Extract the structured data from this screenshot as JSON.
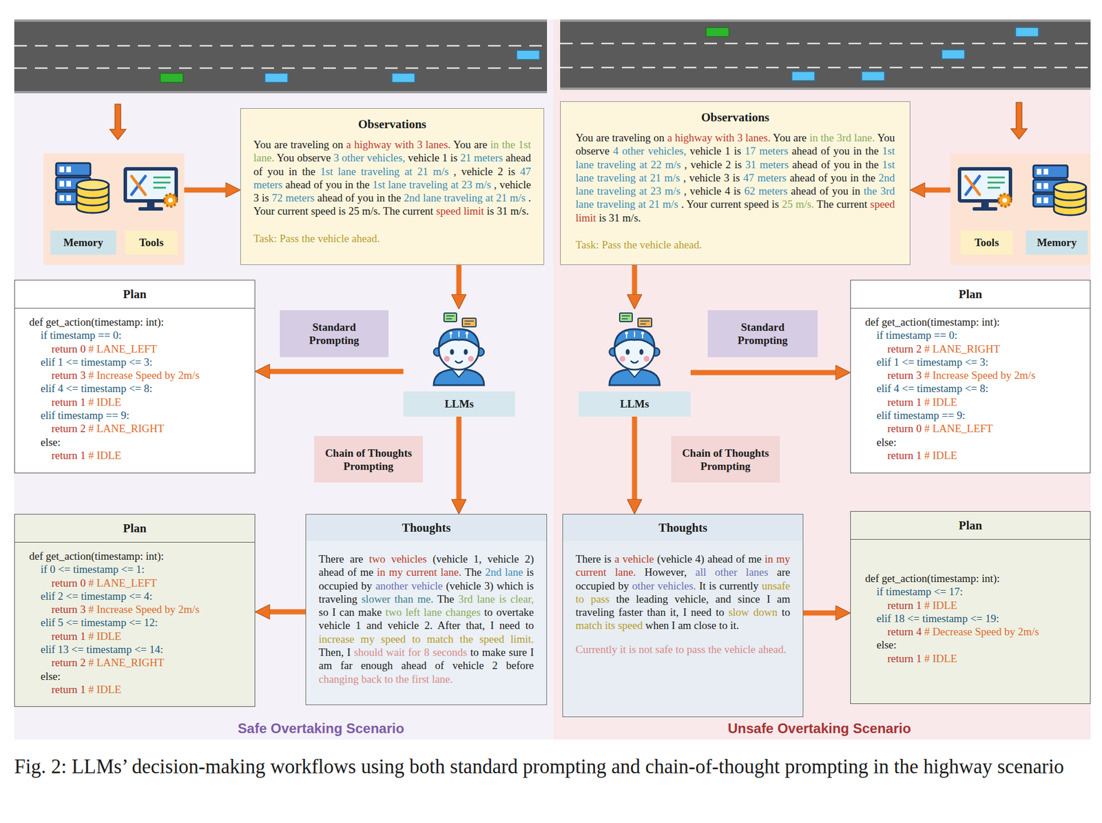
{
  "diagram": {
    "caption": "Fig. 2: LLMs’ decision-making workflows using both standard prompting and chain-of-thought prompting in the highway scenario",
    "nodes": [
      {
        "text": [
          "Safe Overtaking Scenario"
        ]
      },
      {
        "text": [],
        "in": 0
      },
      {
        "text": [
          "Memory"
        ],
        "in": 1
      },
      {
        "text": [
          "Tools"
        ],
        "in": 1
      },
      {
        "text": [
          "Observations",
          "You are traveling on a highway with 3 lanes. You are in the 1st lane. You observe 3 other vehicles, vehicle 1 is 21 meters ahead of you in the 1st lane traveling at 21 m/s , vehicle 2 is 47 meters ahead of you in the 1st lane traveling at 23 m/s , vehicle 3 is 72 meters ahead of you in the 2nd lane traveling at 21 m/s . Your current speed is 25 m/s. The current speed limit is 31 m/s.",
          "Task: Pass the vehicle ahead."
        ],
        "in": 0
      },
      {
        "text": [
          "Plan",
          "def get_action(timestamp: int):",
          "if timestamp == 0:",
          "return 0 # LANE_LEFT",
          "elif 1 <= timestamp <= 3:",
          "return 3 # Increase Speed by 2m/s",
          "elif 4 <= timestamp <= 8:",
          "return 1 # IDLE",
          "elif timestamp == 9:",
          "return 2 # LANE_RIGHT",
          "else:",
          "return 1 # IDLE"
        ],
        "in": 0
      },
      {
        "text": [
          "Standard Prompting"
        ],
        "in": 0
      },
      {
        "text": [
          "LLMs"
        ],
        "in": 0
      },
      {
        "text": [
          "Chain of Thoughts Prompting"
        ],
        "in": 0
      },
      {
        "text": [
          "Plan",
          "def get_action(timestamp: int):",
          "if 0 <= timestamp <= 1:",
          "return 0 # LANE_LEFT",
          "elif 2 <= timestamp <= 4:",
          "return 3 # Increase Speed by 2m/s",
          "elif 5 <= timestamp <= 12:",
          "return 1 # IDLE",
          "elif 13 <= timestamp <= 14:",
          "return 2 # LANE_RIGHT",
          "else:",
          "return 1 # IDLE"
        ],
        "in": 0
      },
      {
        "text": [
          "Thoughts",
          "There are two vehicles (vehicle 1, vehicle 2) ahead of me in my current lane. The 2nd lane is occupied by another vehicle (vehicle 3) which is traveling slower than me. The 3rd lane is clear, so I can make two left lane changes to overtake vehicle 1 and vehicle 2. After that, I need to increase my speed to match the speed limit. Then, I should wait for 8 seconds to make sure I am far enough ahead of vehicle 2 before changing back to the first lane."
        ],
        "in": 0
      },
      {
        "text": [
          "Unsafe Overtaking Scenario"
        ]
      },
      {
        "text": [
          "Observations",
          "You are traveling on a highway with 3 lanes. You are in the 3rd lane. You observe 4 other vehicles, vehicle 1 is 17 meters ahead of you in the 1st lane traveling at 22 m/s , vehicle 2 is 31 meters ahead of you in the 1st lane traveling at 21 m/s , vehicle 3 is 47 meters ahead of you in the 2nd lane traveling at 23 m/s , vehicle 4 is 62 meters ahead of you in the 3rd lane traveling at 21 m/s . Your current speed is 25 m/s. The current speed limit is 31 m/s.",
          "Task: Pass the vehicle ahead."
        ],
        "in": 11
      },
      {
        "text": [],
        "in": 11
      },
      {
        "text": [
          "Tools"
        ],
        "in": 13
      },
      {
        "text": [
          "Memory"
        ],
        "in": 13
      },
      {
        "text": [
          "LLMs"
        ],
        "in": 11
      },
      {
        "text": [
          "Standard Prompting"
        ],
        "in": 11
      },
      {
        "text": [
          "Plan",
          "def get_action(timestamp: int):",
          "if timestamp == 0:",
          "return 2 # LANE_RIGHT",
          "elif 1 <= timestamp <= 3:",
          "return 3 # Increase Speed by 2m/s",
          "elif 4 <= timestamp <= 8:",
          "return 1 # IDLE",
          "elif timestamp == 9:",
          "return 0 # LANE_LEFT",
          "else:",
          "return 1 # IDLE"
        ],
        "in": 11
      },
      {
        "text": [
          "Chain of Thoughts Prompting"
        ],
        "in": 11
      },
      {
        "text": [
          "Thoughts",
          "There is a vehicle (vehicle 4) ahead of me in my current lane. However, all other lanes are occupied by other vehicles. It is currently unsafe to pass the leading vehicle, and since I am traveling faster than it, I need to slow down to match its speed when I am close to it.",
          "Currently it is not safe to pass the vehicle ahead."
        ],
        "in": 11
      },
      {
        "text": [
          "Plan",
          "def get_action(timestamp: int):",
          "if timestamp <= 17:",
          "return 1 # IDLE",
          "elif 18 <= timestamp <= 19:",
          "return 4 # Decrease Speed by 2m/s",
          "else:",
          "return 1 # IDLE"
        ],
        "in": 11
      }
    ],
    "edges": [
      {
        "from": 1,
        "to": 4,
        "arrow": "to"
      },
      {
        "from": 4,
        "to": 7,
        "arrow": "to"
      },
      {
        "from": 7,
        "to": 5,
        "arrow": "to"
      },
      {
        "from": 7,
        "to": 10,
        "arrow": "to"
      },
      {
        "from": 10,
        "to": 9,
        "arrow": "to"
      },
      {
        "from": 13,
        "to": 12,
        "arrow": "to"
      },
      {
        "from": 12,
        "to": 16,
        "arrow": "to"
      },
      {
        "from": 16,
        "to": 18,
        "arrow": "to"
      },
      {
        "from": 16,
        "to": 20,
        "arrow": "to"
      },
      {
        "from": 20,
        "to": 21,
        "arrow": "to"
      }
    ]
  }
}
